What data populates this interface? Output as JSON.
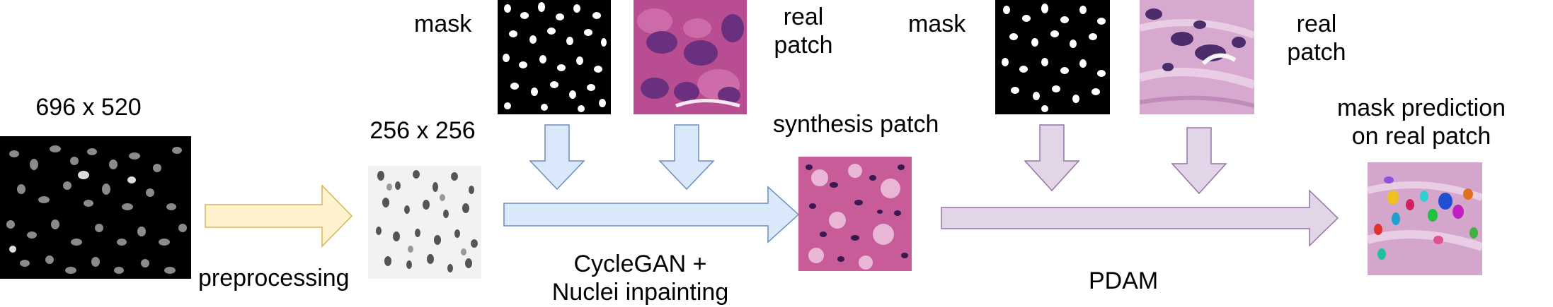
{
  "labels": {
    "input_size": "696 x 520",
    "resized": "256 x 256",
    "preprocessing": "preprocessing",
    "mask_1": "mask",
    "real_patch_1": "real\npatch",
    "synthesis_patch": "synthesis patch",
    "cyclegan": "CycleGAN +\nNuclei inpainting",
    "mask_2": "mask",
    "real_patch_2": "real\npatch",
    "pdam": "PDAM",
    "mask_prediction": "mask prediction\non real patch"
  },
  "colors": {
    "preprocess_arrow_fill": "#fff2cc",
    "preprocess_arrow_stroke": "#d6b656",
    "cyclegan_arrow_fill": "#dae8fc",
    "cyclegan_arrow_stroke": "#6c8ebf",
    "pdam_arrow_fill": "#e1d5e7",
    "pdam_arrow_stroke": "#9673a6",
    "tissue_pink": "#c85aa0",
    "tissue_purple": "#5a2c6e"
  }
}
